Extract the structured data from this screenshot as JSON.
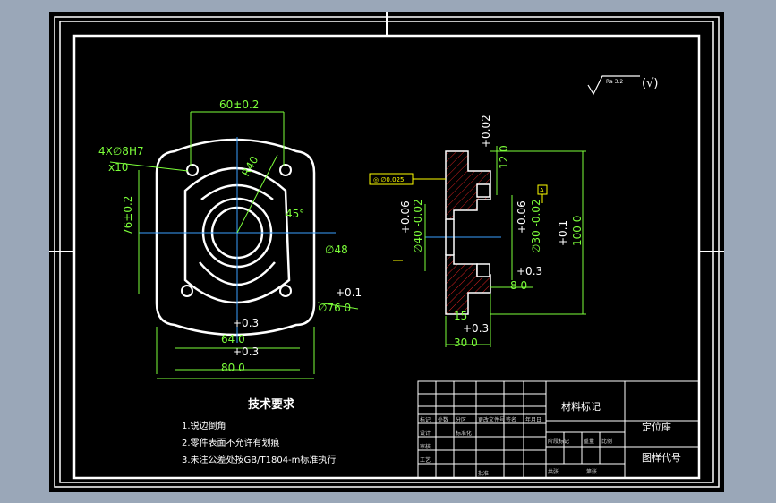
{
  "part_views": {
    "left": {
      "width_dim": "60±0.2",
      "height_dim": "76±0.2",
      "hole_note": "4X∅8H7",
      "hole_note2": "x10",
      "radius_dim": "R40",
      "angle_dim": "45°",
      "dia_48": "∅48",
      "dia_76": "∅76 0",
      "tol_01": "+0.1",
      "tol_03a": "+0.3",
      "bottom_64": "64 0",
      "tol_03b": "+0.3",
      "bottom_80": "80 0"
    },
    "right": {
      "tol_002": "+0.02",
      "dim_12": "12 0",
      "flatness": "◎ ∅0.025",
      "datum": "A",
      "tol_006a": "+0.06",
      "dia40": "∅40 -0.02",
      "tol_006b": "+0.06",
      "dia30": "∅30 -0.02",
      "tol_01": "+0.1",
      "dim_100": "100 0",
      "tol_03a": "+0.3",
      "dim_8": "8 0",
      "dim_15": "15",
      "tol_03b": "+0.3",
      "dim_30": "30 0"
    },
    "roughness": "Ra 3.2",
    "roughness_paren": "(√)"
  },
  "tech_requirements": {
    "title": "技术要求",
    "items": [
      "1.锐边倒角",
      "2.零件表面不允许有划痕",
      "3.未注公差处按GB/T1804-m标准执行"
    ]
  },
  "title_block": {
    "material": "材料标记",
    "part_name": "定位座",
    "drawing_no": "图样代号",
    "small": [
      "标记",
      "处数",
      "分区",
      "更改文件号",
      "签名",
      "年月日",
      "设计",
      "标准化",
      "阶段标记",
      "重量",
      "比例",
      "审核",
      "工艺",
      "批准",
      "共张",
      "第张"
    ]
  }
}
